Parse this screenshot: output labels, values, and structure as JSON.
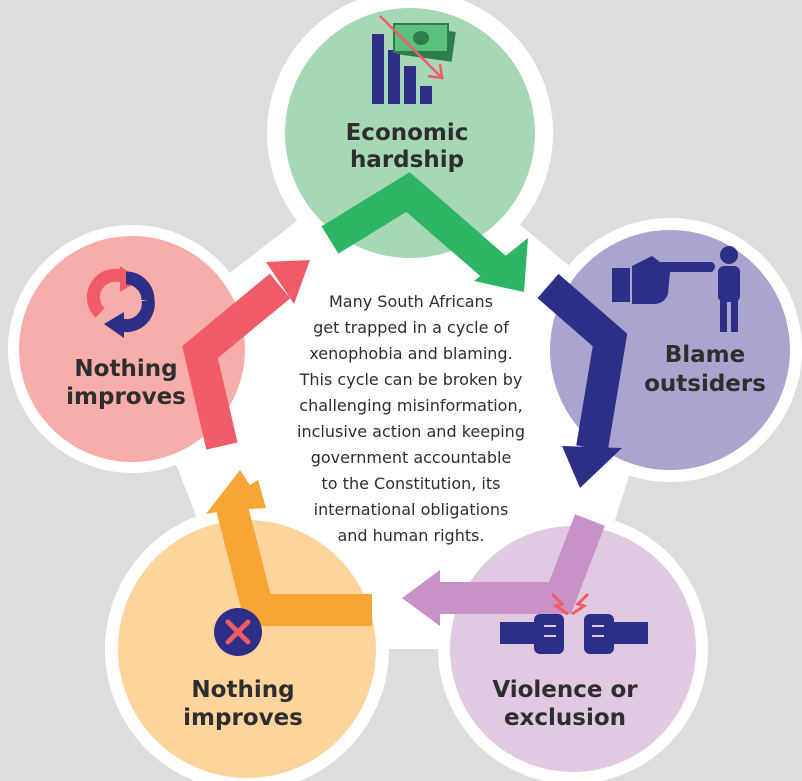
{
  "colors": {
    "background": "#dcdddf",
    "blob": "#ffffff",
    "economic": "#a6d8b5",
    "blame": "#a9a5cf",
    "violence": "#e1c9e2",
    "nothing_bottom": "#fdd49b",
    "nothing_left": "#f7aeab",
    "arrow_green": "#2db565",
    "arrow_navy": "#2d2f86",
    "arrow_purple": "#c992c7",
    "arrow_orange": "#f7a636",
    "arrow_red": "#ef5c68"
  },
  "nodes": [
    {
      "id": "economic",
      "lines": [
        "Economic",
        "hardship"
      ],
      "icon": "money-down-chart-icon"
    },
    {
      "id": "blame",
      "lines": [
        "Blame",
        "outsiders"
      ],
      "icon": "pointing-hand-person-icon"
    },
    {
      "id": "violence",
      "lines": [
        "Violence or",
        "exclusion"
      ],
      "icon": "fists-clash-icon"
    },
    {
      "id": "nothing_bottom",
      "lines": [
        "Nothing",
        "improves"
      ],
      "icon": "x-circle-icon"
    },
    {
      "id": "nothing_left",
      "lines": [
        "Nothing",
        "improves"
      ],
      "icon": "cycle-arrows-icon"
    }
  ],
  "center_text": [
    "Many South Africans",
    "get trapped in a cycle of",
    "xenophobia and blaming.",
    "This cycle can be broken by",
    "challenging misinformation,",
    "inclusive action and keeping",
    "government accountable",
    "to the Constitution, its",
    "international obligations",
    "and human rights."
  ]
}
